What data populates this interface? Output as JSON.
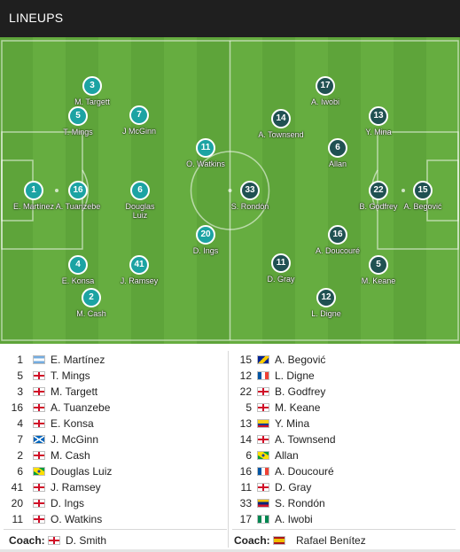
{
  "header": {
    "title": "LINEUPS"
  },
  "home": {
    "color": "#1ca3a3",
    "pitch_players": [
      {
        "number": "3",
        "name": "M. Targett"
      },
      {
        "number": "5",
        "name": "T. Mings"
      },
      {
        "number": "7",
        "name": "J McGinn"
      },
      {
        "number": "1",
        "name": "E. Martínez"
      },
      {
        "number": "16",
        "name": "A. Tuanzebe"
      },
      {
        "number": "6",
        "name": "Douglas Luiz"
      },
      {
        "number": "11",
        "name": "O. Watkins"
      },
      {
        "number": "20",
        "name": "D. Ings"
      },
      {
        "number": "4",
        "name": "E. Konsa"
      },
      {
        "number": "41",
        "name": "J. Ramsey"
      },
      {
        "number": "2",
        "name": "M. Cash"
      }
    ],
    "list": [
      {
        "number": "1",
        "name": "E. Martínez",
        "flag": "argentina-flag"
      },
      {
        "number": "5",
        "name": "T. Mings",
        "flag": "england-flag"
      },
      {
        "number": "3",
        "name": "M. Targett",
        "flag": "england-flag"
      },
      {
        "number": "16",
        "name": "A. Tuanzebe",
        "flag": "england-flag"
      },
      {
        "number": "4",
        "name": "E. Konsa",
        "flag": "england-flag"
      },
      {
        "number": "7",
        "name": "J. McGinn",
        "flag": "scotland-flag"
      },
      {
        "number": "2",
        "name": "M. Cash",
        "flag": "england-flag"
      },
      {
        "number": "6",
        "name": "Douglas Luiz",
        "flag": "brazil-flag"
      },
      {
        "number": "41",
        "name": "J. Ramsey",
        "flag": "england-flag"
      },
      {
        "number": "20",
        "name": "D. Ings",
        "flag": "england-flag"
      },
      {
        "number": "11",
        "name": "O. Watkins",
        "flag": "england-flag"
      }
    ],
    "coach_label": "Coach:",
    "coach_name": "D. Smith",
    "coach_flag": "england-flag"
  },
  "away": {
    "color": "#205152",
    "pitch_players": [
      {
        "number": "17",
        "name": "A. Iwobi"
      },
      {
        "number": "14",
        "name": "A. Townsend"
      },
      {
        "number": "13",
        "name": "Y. Mina"
      },
      {
        "number": "6",
        "name": "Allan"
      },
      {
        "number": "33",
        "name": "S. Rondón"
      },
      {
        "number": "22",
        "name": "B. Godfrey"
      },
      {
        "number": "15",
        "name": "A. Begović"
      },
      {
        "number": "16",
        "name": "A. Doucouré"
      },
      {
        "number": "11",
        "name": "D. Gray"
      },
      {
        "number": "5",
        "name": "M. Keane"
      },
      {
        "number": "12",
        "name": "L. Digne"
      }
    ],
    "list": [
      {
        "number": "15",
        "name": "A. Begović",
        "flag": "bosnia-flag"
      },
      {
        "number": "12",
        "name": "L. Digne",
        "flag": "france-flag"
      },
      {
        "number": "22",
        "name": "B. Godfrey",
        "flag": "england-flag"
      },
      {
        "number": "5",
        "name": "M. Keane",
        "flag": "england-flag"
      },
      {
        "number": "13",
        "name": "Y. Mina",
        "flag": "colombia-flag"
      },
      {
        "number": "14",
        "name": "A. Townsend",
        "flag": "england-flag"
      },
      {
        "number": "6",
        "name": "Allan",
        "flag": "brazil-flag"
      },
      {
        "number": "16",
        "name": "A. Doucouré",
        "flag": "france-flag"
      },
      {
        "number": "11",
        "name": "D. Gray",
        "flag": "england-flag"
      },
      {
        "number": "33",
        "name": "S. Rondón",
        "flag": "venezuela-flag"
      },
      {
        "number": "17",
        "name": "A. Iwobi",
        "flag": "nigeria-flag"
      }
    ],
    "coach_label": "Coach:",
    "coach_name": "Rafael Benítez",
    "coach_flag": "spain-flag"
  }
}
